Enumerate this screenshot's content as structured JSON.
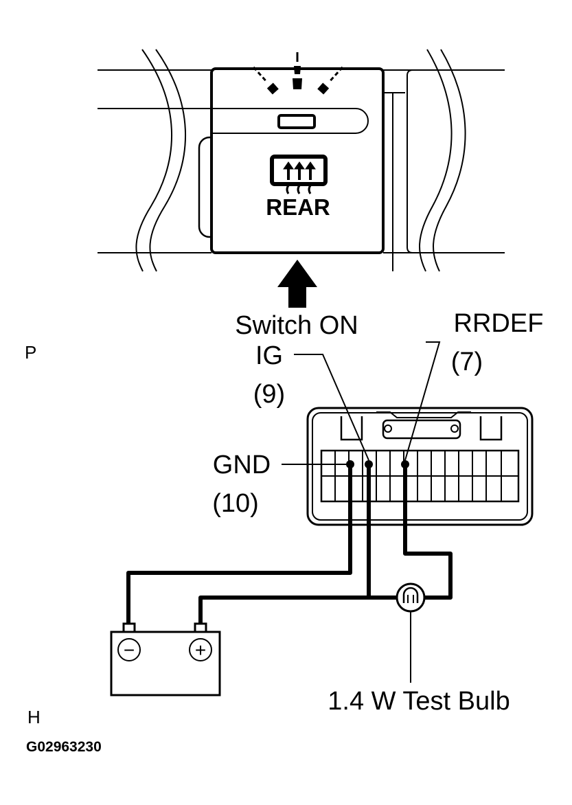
{
  "switch_panel": {
    "rear_label": "REAR",
    "defogger_icon": "rear-defogger-icon",
    "indicator_icon": "indicator-rays-icon"
  },
  "arrow_label": "Switch ON",
  "pins": {
    "ig_name": "IG",
    "ig_num": "(9)",
    "rrdef_name": "RRDEF",
    "rrdef_num": "(7)",
    "gnd_name": "GND",
    "gnd_num": "(10)"
  },
  "battery": {
    "negative": "−",
    "positive": "+"
  },
  "bulb_label": "1.4 W Test Bulb",
  "corner_marks": {
    "p": "P",
    "h": "H"
  },
  "figure_code": "G02963230"
}
